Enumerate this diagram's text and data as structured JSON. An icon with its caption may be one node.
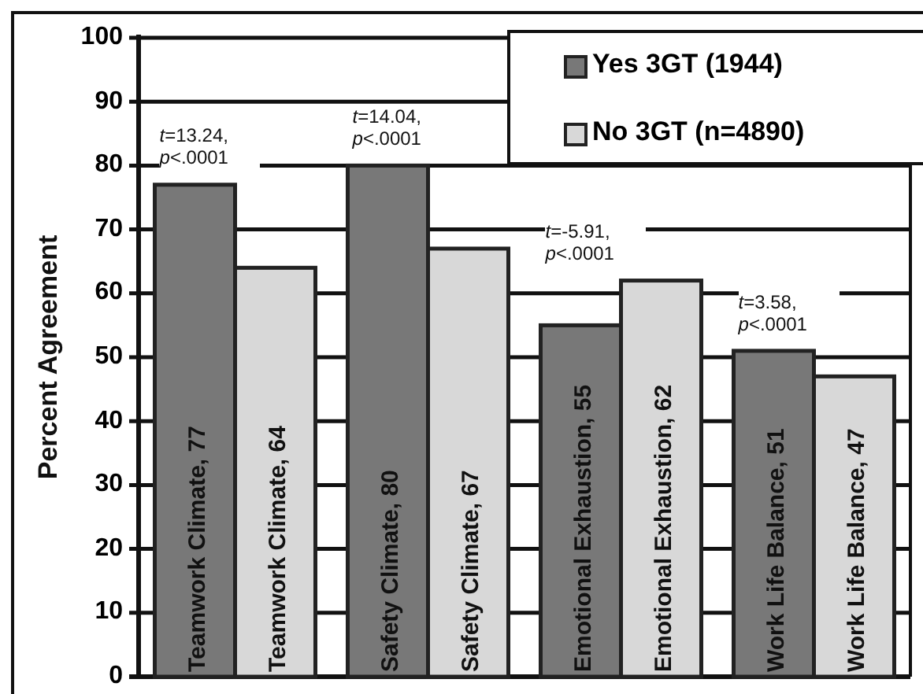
{
  "diagram": {
    "chart_data": {
      "type": "bar",
      "ylabel": "Percent Agreement",
      "series": [
        {
          "name": "Yes 3GT (1944)",
          "color": "#787878",
          "values": [
            77,
            80,
            55,
            51
          ]
        },
        {
          "name": "No 3GT (n=4890)",
          "color": "#d8d8d8",
          "values": [
            64,
            67,
            62,
            47
          ]
        }
      ],
      "value_labels": [
        [
          "Teamwork Climate, 77",
          "Safety Climate, 80",
          "Emotional Exhaustion, 55",
          "Work Life Balance, 51"
        ],
        [
          "Teamwork Climate, 64",
          "Safety Climate, 67",
          "Emotional Exhaustion, 62",
          "Work Life Balance, 47"
        ]
      ],
      "grid": true,
      "legend": true,
      "ylim": [
        0,
        100
      ],
      "yticks": [
        0,
        10,
        20,
        30,
        40,
        50,
        60,
        70,
        80,
        90,
        100
      ],
      "annotations": [
        "*t*=13.24, *p*<.0001",
        "*t*=14.04, *p*<.0001",
        "*t*=-5.91, *p*<.0001",
        "*t*=3.58, *p*<.0001"
      ]
    }
  }
}
